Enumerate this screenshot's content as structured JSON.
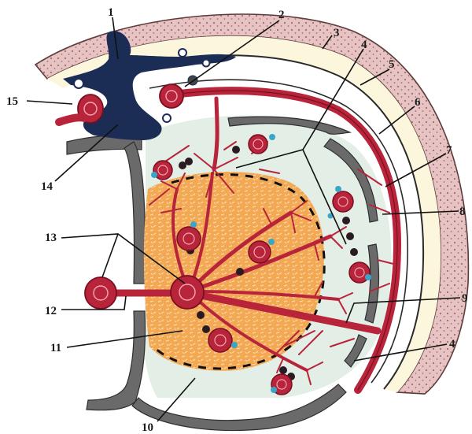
{
  "labels": {
    "l1": "1",
    "l2": "2",
    "l3": "3",
    "l4a": "4",
    "l4b": "4",
    "l5": "5",
    "l6": "6",
    "l7": "7",
    "l8": "8",
    "l9": "9",
    "l10": "10",
    "l11": "11",
    "l12": "12",
    "l13": "13",
    "l14": "14",
    "l15": "15"
  },
  "colors": {
    "skin": "#e8c3c3",
    "skin_dots": "#8a5a5a",
    "cream": "#fbf6dc",
    "pale_blue": "#e2eee6",
    "septum_gray": "#5a5a5a",
    "orange": "#f0a04b",
    "vessel_red": "#b8243a",
    "vessel_dark": "#7a0f22",
    "vein_blue": "#1c2d55",
    "follicle_dot": "#39a6c8"
  }
}
